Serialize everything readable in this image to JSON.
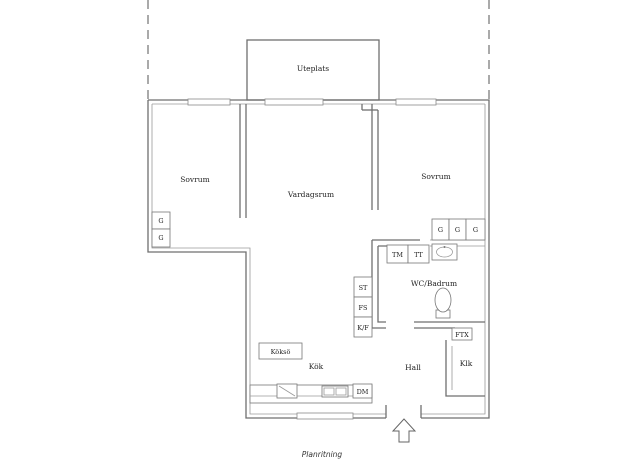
{
  "rooms": {
    "uteplats": "Uteplats",
    "sovrum_left": "Sovrum",
    "vardagsrum": "Vardagsrum",
    "sovrum_right": "Sovrum",
    "wc_badrum": "WC/Badrum",
    "kok": "Kök",
    "hall": "Hall",
    "klk": "Klk"
  },
  "fixtures": {
    "g": "G",
    "tm": "TM",
    "tt": "TT",
    "st": "ST",
    "fs": "FS",
    "kf": "K/F",
    "koksö": "Köksö",
    "dm": "DM",
    "ftx": "FTX"
  },
  "caption": "Planritning"
}
